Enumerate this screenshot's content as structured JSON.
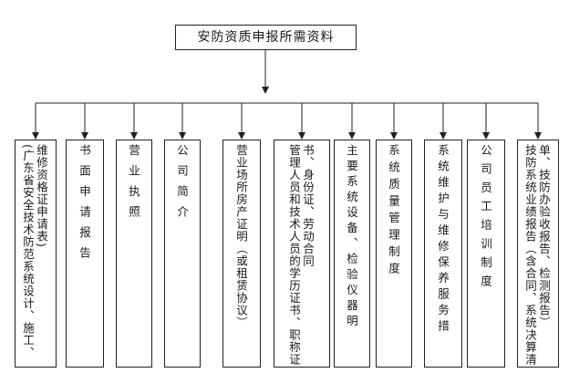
{
  "root": {
    "label": "安防资质申报所需资料"
  },
  "items": [
    {
      "label": "维修资格证申请表)\n(广东省安全技术防范系统设计、施工、"
    },
    {
      "label": "书面申请报告"
    },
    {
      "label": "营业执照"
    },
    {
      "label": "公司简介"
    },
    {
      "label": "营业场所房产证明（或租赁协议）"
    },
    {
      "label": "书、身份证、劳动合同\n管理人员和技术人员的学历证书、职称证"
    },
    {
      "label": "主要系统设备、检验仪器明"
    },
    {
      "label": "系统质量管理制度"
    },
    {
      "label": "系统维护与维修保养服务措"
    },
    {
      "label": "公司员工培训制度"
    },
    {
      "label": "单、技防办验收报告、检测报告）\n技防系统业绩报告（含合同、系统决算清"
    }
  ]
}
